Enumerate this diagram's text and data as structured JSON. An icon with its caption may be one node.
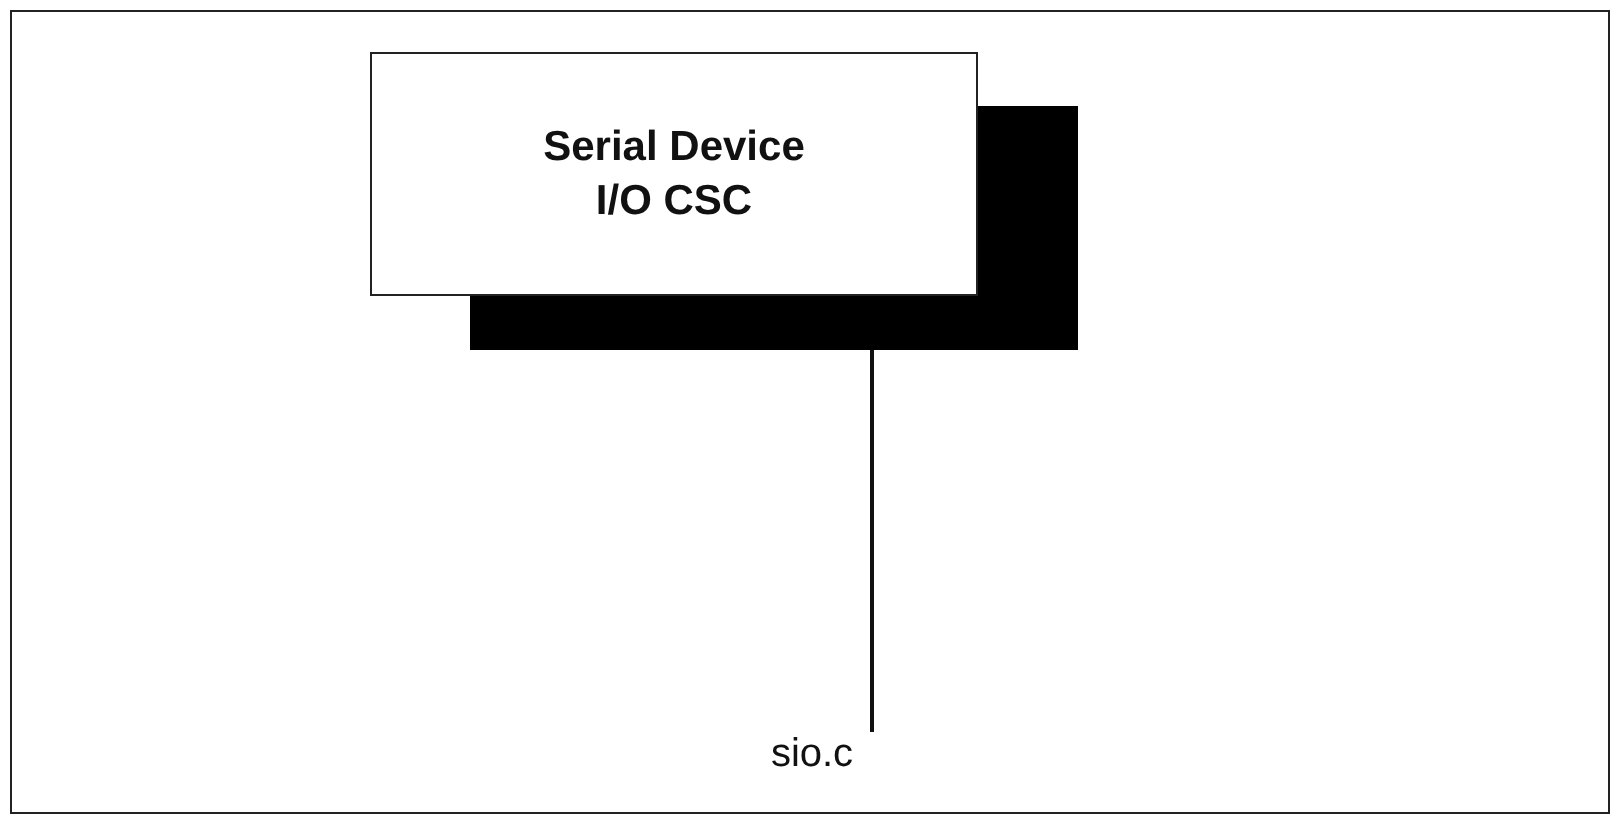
{
  "diagram": {
    "nodes": [
      {
        "text": [
          "Serial Device I/O CSC"
        ]
      },
      {
        "text": [
          "sio.c"
        ]
      }
    ],
    "edges": [
      {
        "from": 0,
        "to": 1,
        "arrow": "none"
      }
    ]
  }
}
